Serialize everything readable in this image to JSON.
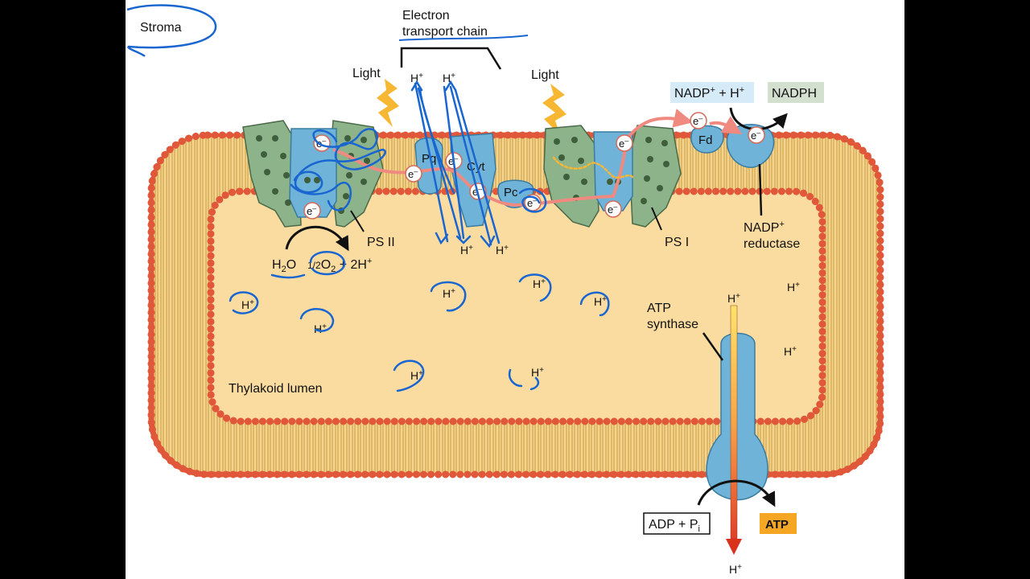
{
  "labels": {
    "stroma": "Stroma",
    "etc_line1": "Electron",
    "etc_line2": "transport chain",
    "light": "Light",
    "nadp_plus_h": "NADP",
    "nadp_sup": "+",
    "nadp_h": " + H",
    "nadph": "NADPH",
    "fd": "Fd",
    "pq": "Pq",
    "cyt": "Cyt",
    "pc": "Pc",
    "ps2": "PS II",
    "ps1": "PS I",
    "nadp_reductase_1": "NADP",
    "nadp_reductase_2": "reductase",
    "h2o_h": "H",
    "h2o_2": "2",
    "h2o_o": "O",
    "half_o2_a": "1/2",
    "half_o2_b": "O",
    "half_o2_c": "2",
    "half_o2_d": " + 2H",
    "atp_synthase_1": "ATP",
    "atp_synthase_2": "synthase",
    "adp": "ADP + P",
    "adp_sub": "i",
    "atp": "ATP",
    "lumen": "Thylakoid lumen",
    "electron": "e",
    "electron_sup": "–",
    "proton": "H",
    "proton_sup": "+"
  },
  "colors": {
    "lumen": "#fbdca0",
    "membrane_head": "#e0573a",
    "membrane_tail": "#d8a94a",
    "protein_green": "#8db38a",
    "protein_blue": "#6fb4d8",
    "annotation_blue": "#1a66d0",
    "flow_pink": "#f08a80",
    "lightning": "#f7b733",
    "atp_box": "#f5a623",
    "nadp_box": "#d6ebf8",
    "nadph_box": "#d3dfcf"
  }
}
